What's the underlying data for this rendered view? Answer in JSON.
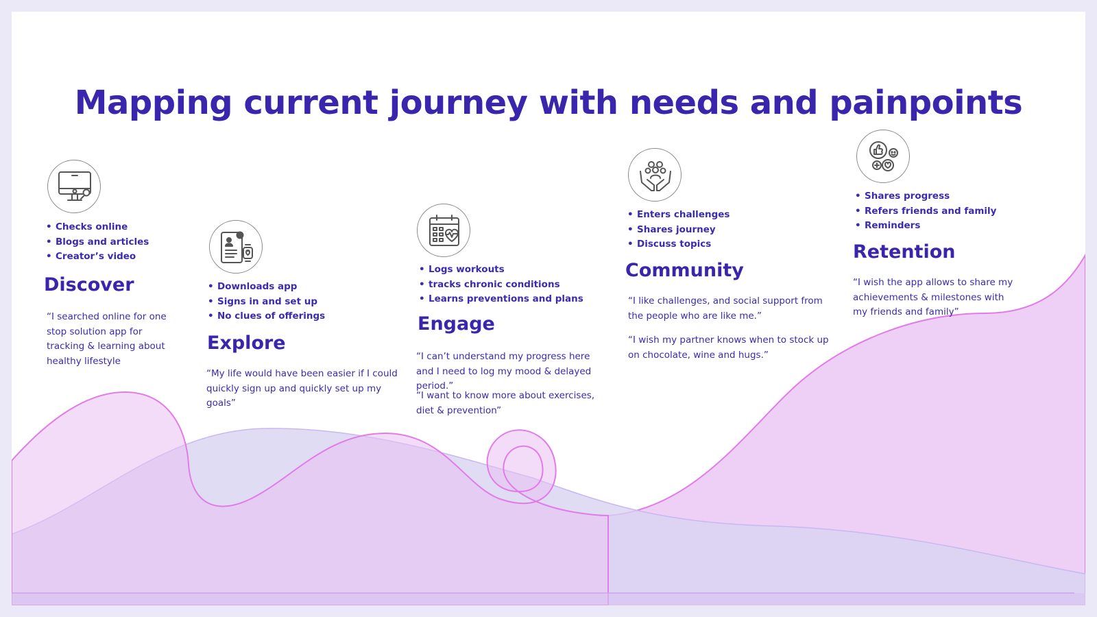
{
  "title": "Mapping current journey with needs and painpoints",
  "colors": {
    "accent": "#3a26ad",
    "wave_pink": "#e27be8",
    "wave_fill": "#e8bff3",
    "wave_lavender": "#d8d3f1"
  },
  "stages": [
    {
      "name": "Discover",
      "icon": "monitor-search-icon",
      "activities": [
        "Checks online",
        "Blogs and articles",
        "Creator’s video"
      ],
      "quotes": [
        "“I searched online for one stop solution app for tracking & learning about healthy lifestyle"
      ]
    },
    {
      "name": "Explore",
      "icon": "tablet-smartwatch-icon",
      "activities": [
        "Downloads app",
        "Signs in and set up",
        "No clues of offerings"
      ],
      "quotes": [
        "“My life would have been easier if I could quickly sign up and quickly set up my goals”"
      ]
    },
    {
      "name": "Engage",
      "icon": "calendar-heartbeat-icon",
      "activities": [
        "Logs workouts",
        "tracks chronic conditions",
        "Learns preventions and plans"
      ],
      "quotes": [
        "“I can’t understand my progress here and I need to log my mood & delayed period.”",
        "“I want to know more about exercises, diet & prevention”"
      ]
    },
    {
      "name": "Community",
      "icon": "hands-people-icon",
      "activities": [
        "Enters challenges",
        "Shares journey",
        "Discuss topics"
      ],
      "quotes": [
        "“I like challenges, and social support from the people who are like me.”",
        "“I wish my partner knows when to stock up on chocolate, wine and hugs.”"
      ]
    },
    {
      "name": "Retention",
      "icon": "reactions-icon",
      "activities": [
        "Shares progress",
        "Refers friends and family",
        "Reminders"
      ],
      "quotes": [
        "“I wish the app allows to share my achievements & milestones with my friends and family”"
      ]
    }
  ]
}
